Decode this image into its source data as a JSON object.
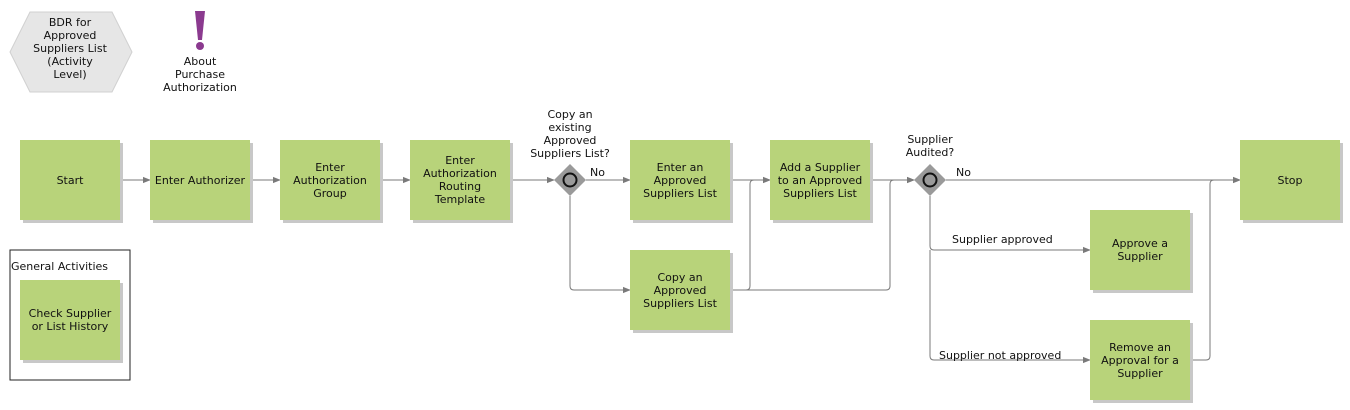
{
  "header": {
    "process_label": "BDR for\nApproved\nSuppliers List\n(Activity\nLevel)",
    "about_label": "About\nPurchase\nAuthorization"
  },
  "colors": {
    "activity_fill": "#b8d37a",
    "activity_shadow": "#c8c8c8",
    "hexagon_fill": "#e6e6e6",
    "exclamation": "#8b3a8f",
    "gateway_fill": "#9a9a9a",
    "connector": "#7a7a7a"
  },
  "activities": {
    "start": "Start",
    "enter_authorizer": "Enter Authorizer",
    "enter_authorization_group": "Enter\nAuthorization\nGroup",
    "enter_routing_template": "Enter\nAuthorization\nRouting\nTemplate",
    "enter_approved_list": "Enter an\nApproved\nSuppliers List",
    "add_supplier": "Add a Supplier\nto an Approved\nSuppliers List",
    "copy_approved_list": "Copy an\nApproved\nSuppliers List",
    "approve_supplier": "Approve a\nSupplier",
    "remove_approval": "Remove an\nApproval for a\nSupplier",
    "stop": "Stop",
    "check_history": "Check Supplier\nor List History"
  },
  "gateways": {
    "copy_question": "Copy an\nexisting\nApproved\nSuppliers List?",
    "audited_question": "Supplier\nAudited?"
  },
  "edge_labels": {
    "copy_no": "No",
    "audited_no": "No",
    "supplier_approved": "Supplier approved",
    "supplier_not_approved": "Supplier not approved"
  },
  "group": {
    "title": "General Activities"
  }
}
